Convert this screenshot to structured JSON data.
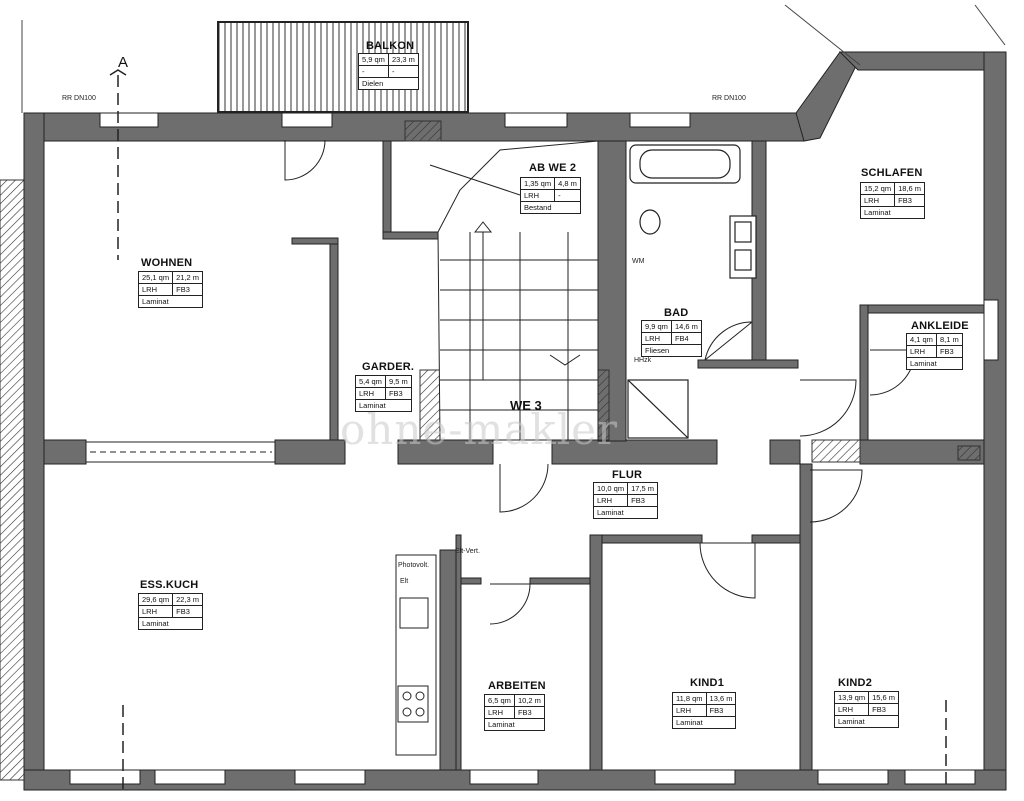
{
  "section_mark": "A",
  "downpipes": [
    "RR DN100",
    "RR DN100"
  ],
  "unit_label": "WE 3",
  "watermark": "ohne-makler",
  "wm_label": "WM",
  "hhzk_label": "HHzk",
  "utilities": {
    "photovolt": "Photovolt.",
    "elt": "Elt",
    "elt_vert": "Elt-Vert."
  },
  "rooms": {
    "balkon": {
      "title": "BALKON",
      "rows": [
        [
          "5,9 qm",
          "23,3 m"
        ],
        [
          "-",
          "-"
        ]
      ],
      "floor": "Dielen"
    },
    "ab_we2": {
      "title": "AB WE 2",
      "rows": [
        [
          "1,35 qm",
          "4,8 m"
        ],
        [
          "LRH",
          "-"
        ]
      ],
      "floor": "Bestand"
    },
    "schlafen": {
      "title": "SCHLAFEN",
      "rows": [
        [
          "15,2 qm",
          "18,6 m"
        ],
        [
          "LRH",
          "FB3"
        ]
      ],
      "floor": "Laminat"
    },
    "wohnen": {
      "title": "WOHNEN",
      "rows": [
        [
          "25,1 qm",
          "21,2 m"
        ],
        [
          "LRH",
          "FB3"
        ]
      ],
      "floor": "Laminat"
    },
    "bad": {
      "title": "BAD",
      "rows": [
        [
          "9,9 qm",
          "14,6 m"
        ],
        [
          "LRH",
          "FB4"
        ]
      ],
      "floor": "Fliesen"
    },
    "ankleide": {
      "title": "ANKLEIDE",
      "rows": [
        [
          "4,1 qm",
          "8,1 m"
        ],
        [
          "LRH",
          "FB3"
        ]
      ],
      "floor": "Laminat"
    },
    "garder": {
      "title": "GARDER.",
      "rows": [
        [
          "5,4 qm",
          "9,5 m"
        ],
        [
          "LRH",
          "FB3"
        ]
      ],
      "floor": "Laminat"
    },
    "flur": {
      "title": "FLUR",
      "rows": [
        [
          "10,0 qm",
          "17,5 m"
        ],
        [
          "LRH",
          "FB3"
        ]
      ],
      "floor": "Laminat"
    },
    "ess_kuch": {
      "title": "ESS.KUCH",
      "rows": [
        [
          "29,6 qm",
          "22,3 m"
        ],
        [
          "LRH",
          "FB3"
        ]
      ],
      "floor": "Laminat"
    },
    "arbeiten": {
      "title": "ARBEITEN",
      "rows": [
        [
          "6,5 qm",
          "10,2 m"
        ],
        [
          "LRH",
          "FB3"
        ]
      ],
      "floor": "Laminat"
    },
    "kind1": {
      "title": "KIND1",
      "rows": [
        [
          "11,8 qm",
          "13,6 m"
        ],
        [
          "LRH",
          "FB3"
        ]
      ],
      "floor": "Laminat"
    },
    "kind2": {
      "title": "KIND2",
      "rows": [
        [
          "13,9 qm",
          "15,6 m"
        ],
        [
          "LRH",
          "FB3"
        ]
      ],
      "floor": "Laminat"
    }
  }
}
